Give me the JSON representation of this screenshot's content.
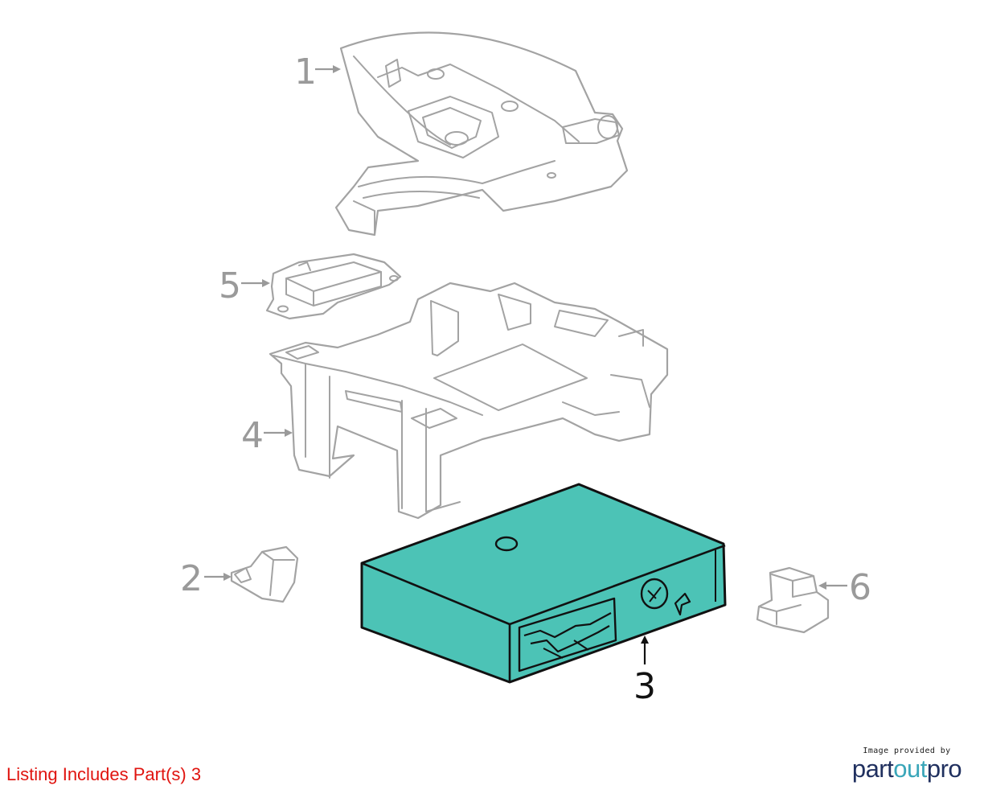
{
  "diagram": {
    "callouts": [
      {
        "number": "1",
        "highlighted": false
      },
      {
        "number": "2",
        "highlighted": false
      },
      {
        "number": "3",
        "highlighted": true
      },
      {
        "number": "4",
        "highlighted": false
      },
      {
        "number": "5",
        "highlighted": false
      },
      {
        "number": "6",
        "highlighted": false
      }
    ],
    "highlight_color": "#4cc3b6",
    "outline_color": "#a3a3a3"
  },
  "footer": {
    "listing_note": "Listing Includes Part(s) 3",
    "listing_note_color": "#e0140f"
  },
  "credit": {
    "provided_by": "Image provided by",
    "brand_part1": "part",
    "brand_part2": "out",
    "brand_part3": "pro"
  }
}
